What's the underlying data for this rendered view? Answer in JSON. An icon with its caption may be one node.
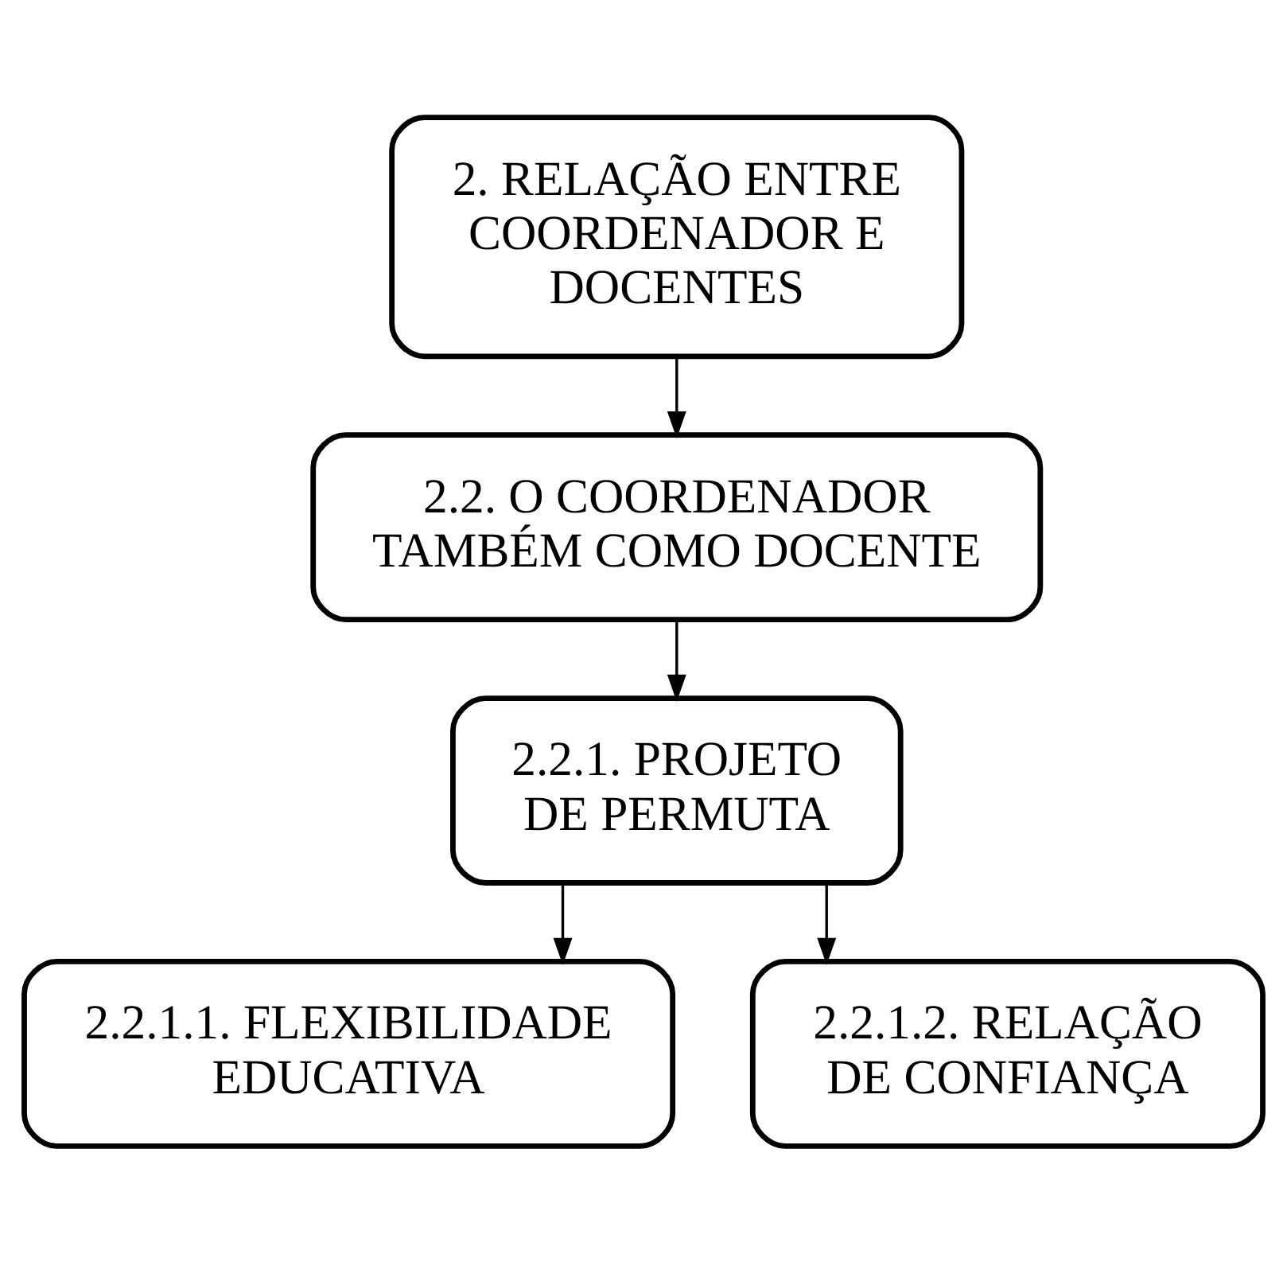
{
  "diagram": {
    "nodes": [
      {
        "text": [
          "2. RELAÇÃO ENTRE COORDENADOR E DOCENTES"
        ]
      },
      {
        "text": [
          "2.2. O COORDENADOR TAMBÉM COMO DOCENTE"
        ]
      },
      {
        "text": [
          "2.2.1. PROJETO DE PERMUTA"
        ]
      },
      {
        "text": [
          "2.2.1.1. FLEXIBILIDADE EDUCATIVA"
        ]
      },
      {
        "text": [
          "2.2.1.2. RELAÇÃO DE CONFIANÇA"
        ]
      }
    ],
    "edges": [
      {
        "from": 0,
        "to": 1,
        "arrow": "to"
      },
      {
        "from": 1,
        "to": 2,
        "arrow": "to"
      },
      {
        "from": 2,
        "to": 3,
        "arrow": "to"
      },
      {
        "from": 2,
        "to": 4,
        "arrow": "to"
      }
    ]
  }
}
